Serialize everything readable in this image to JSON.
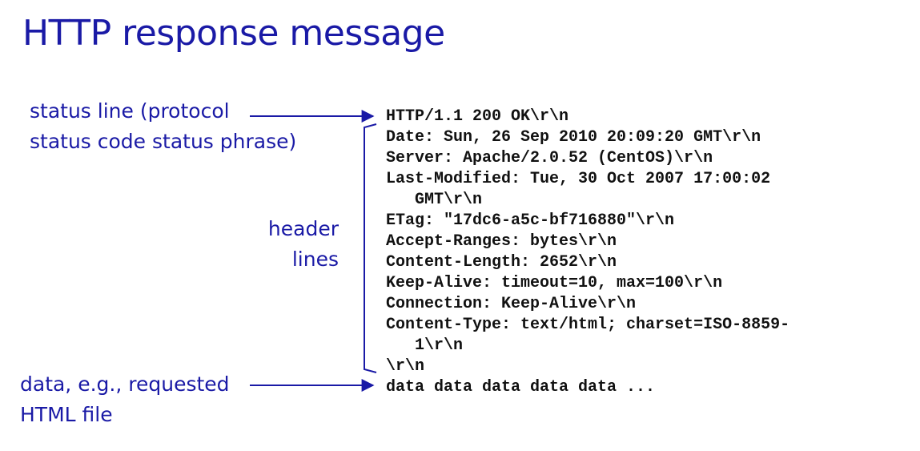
{
  "colors": {
    "title": "#1a1aa6",
    "label": "#1a1aa6",
    "code": "#111111",
    "arrow": "#1a1aa6"
  },
  "title": "HTTP response message",
  "labels": {
    "status_line": [
      "status line (protocol",
      "status code status phrase)"
    ],
    "header_lines": [
      "header",
      "lines"
    ],
    "data": [
      "data, e.g.,  requested",
      "HTML file"
    ]
  },
  "response": {
    "status_line": "HTTP/1.1 200 OK\\r\\n",
    "headers": [
      "Date: Sun, 26 Sep 2010 20:09:20 GMT\\r\\n",
      "Server: Apache/2.0.52 (CentOS)\\r\\n",
      "Last-Modified: Tue, 30 Oct 2007 17:00:02",
      "GMT\\r\\n",
      "ETag: \"17dc6-a5c-bf716880\"\\r\\n",
      "Accept-Ranges: bytes\\r\\n",
      "Content-Length: 2652\\r\\n",
      "Keep-Alive: timeout=10, max=100\\r\\n",
      "Connection: Keep-Alive\\r\\n",
      "Content-Type: text/html; charset=ISO-8859-",
      "1\\r\\n"
    ],
    "blank_line": "\\r\\n",
    "body": "data data data data data ..."
  }
}
